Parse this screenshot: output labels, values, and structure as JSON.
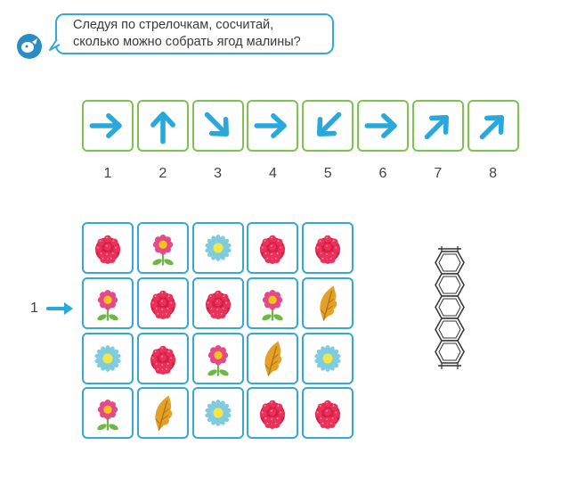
{
  "instruction": {
    "line1": "Следуя по стрелочкам, сосчитай,",
    "line2": "сколько можно собрать ягод малины?"
  },
  "icons": {
    "character": "mascot-character-icon"
  },
  "arrow_sequence": [
    {
      "number": "1",
      "direction": "right"
    },
    {
      "number": "2",
      "direction": "up"
    },
    {
      "number": "3",
      "direction": "down-right"
    },
    {
      "number": "4",
      "direction": "right"
    },
    {
      "number": "5",
      "direction": "down-left"
    },
    {
      "number": "6",
      "direction": "right"
    },
    {
      "number": "7",
      "direction": "up-right"
    },
    {
      "number": "8",
      "direction": "up-right"
    }
  ],
  "grid": [
    [
      "raspberry",
      "pink-flower",
      "blue-flower",
      "raspberry",
      "raspberry"
    ],
    [
      "pink-flower",
      "raspberry",
      "raspberry",
      "pink-flower",
      "leaf"
    ],
    [
      "blue-flower",
      "raspberry",
      "pink-flower",
      "leaf",
      "blue-flower"
    ],
    [
      "pink-flower",
      "leaf",
      "blue-flower",
      "raspberry",
      "raspberry"
    ]
  ],
  "start": {
    "label": "1"
  },
  "colors": {
    "arrow": "#29a8dc",
    "arrow_border": "#7ec34e",
    "grid_border": "#35a8d6",
    "raspberry": "#e0264f"
  }
}
